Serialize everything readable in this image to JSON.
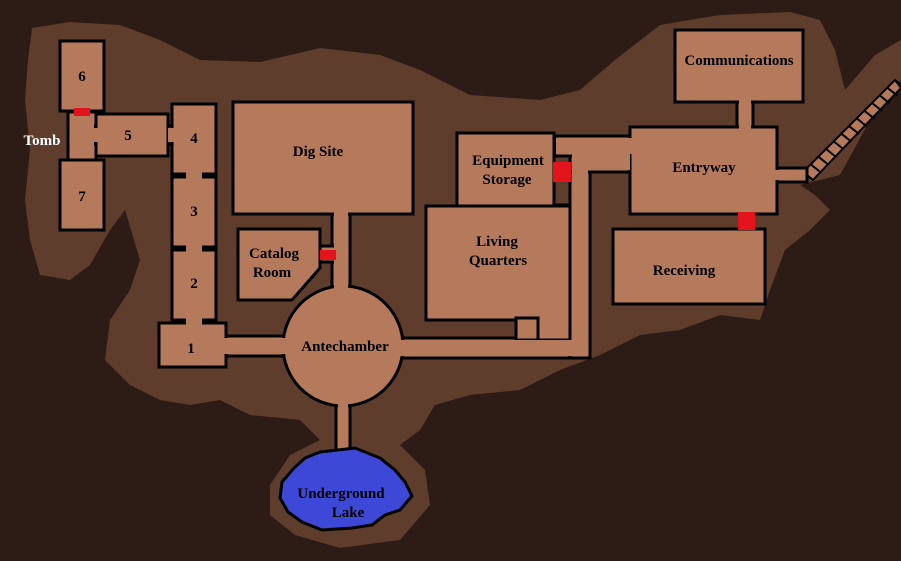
{
  "map": {
    "rooms": {
      "tomb": "Tomb",
      "r1": "1",
      "r2": "2",
      "r3": "3",
      "r4": "4",
      "r5": "5",
      "r6": "6",
      "r7": "7",
      "dig_site": "Dig Site",
      "catalog_room_1": "Catalog",
      "catalog_room_2": "Room",
      "antechamber": "Antechamber",
      "equipment_storage_1": "Equipment",
      "equipment_storage_2": "Storage",
      "living_quarters_1": "Living",
      "living_quarters_2": "Quarters",
      "communications": "Communications",
      "entryway": "Entryway",
      "receiving": "Receiving",
      "underground_lake_1": "Underground",
      "underground_lake_2": "Lake"
    },
    "colors": {
      "background": "#2c1c15",
      "cave_floor": "#5e3d2c",
      "room_fill": "#b57a5b",
      "door": "#e3141c",
      "lake": "#3e48d6"
    }
  }
}
